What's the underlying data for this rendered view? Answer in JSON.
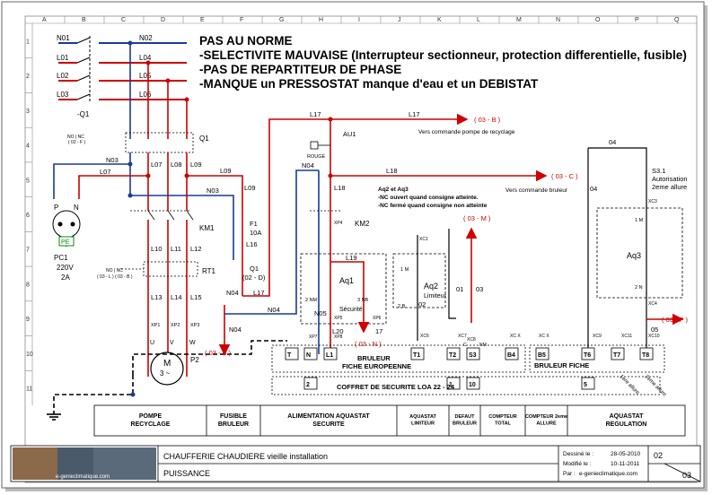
{
  "columns": [
    "A",
    "B",
    "C",
    "D",
    "E",
    "F",
    "G",
    "H",
    "I",
    "J",
    "K",
    "L",
    "M",
    "N",
    "O",
    "P",
    "Q"
  ],
  "rows": [
    "1",
    "2",
    "3",
    "4",
    "5",
    "6",
    "7",
    "8",
    "9",
    "10",
    "11"
  ],
  "notes": [
    "PAS AU NORME",
    "-SELECTIVITE MAUVAISE (Interrupteur sectionneur, protection differentielle, fusible)",
    "-PAS DE REPARTITEUR DE PHASE",
    "-MANQUE un PRESSOSTAT manque d'eau et un DEBISTAT"
  ],
  "lines": {
    "n01": "N01",
    "l01": "L01",
    "l02": "L02",
    "l03": "L03",
    "n02": "N02",
    "l04": "L04",
    "l05": "L05",
    "l06": "L06",
    "n03": "N03",
    "l07": "L07",
    "l08": "L08",
    "l09": "L09",
    "n03b": "N03",
    "l09b": "L09",
    "n04": "N04",
    "n04b": "N04",
    "n04c": "N04",
    "l10": "L10",
    "l11": "L11",
    "l12": "L12",
    "l13": "L13",
    "l14": "L14",
    "l15": "L15",
    "l16": "L16",
    "l17": "L17",
    "l17b": "L17",
    "l17c": "L17",
    "l18": "L18",
    "l18b": "L18",
    "l19": "L19",
    "l20": "L20",
    "n05": "N05",
    "l04b": "04",
    "l04c": "04",
    "l05b": "05"
  },
  "components": {
    "q1a": "-Q1",
    "q1": "Q1",
    "km1": "KM1",
    "km2": "KM2",
    "rt1": "RT1",
    "f1": "F1",
    "f1_rating": "10A",
    "q1b": "Q1",
    "q1b_ref": "(02 - D)",
    "au1": "AU1",
    "rouge": "ROUGE",
    "aq1": "Aq1",
    "aq1_sub": "Sécurité",
    "aq2": "Aq2",
    "aq2_sub": "Limiteur",
    "aq3": "Aq3",
    "s31": "S3.1",
    "s31_desc1": "Autorisation",
    "s31_desc2": "2eme allure",
    "pc1": "PC1",
    "pc1_v": "220V",
    "pc1_a": "2A",
    "pe": "PE",
    "p_lbl": "P",
    "n_lbl": "N",
    "motor": "M",
    "motor_sub": "3 ~",
    "p2": "P2",
    "u": "U",
    "v": "V",
    "w": "W",
    "no_nc_1": "NO | NC",
    "no_nc_1_ref": "( 02 - F )",
    "no_nc_2": "NO | NC",
    "no_nc_2_ref": "( 03 - L ) ( 03 - B )"
  },
  "arrows": {
    "a03b_top": "( 03 - B )",
    "pompe": "Vers commande pompe de recyclage",
    "a03c": "( 03 - C )",
    "bruleur": "Vers commande bruleur",
    "a03m": "( 03 - M )",
    "a03n": "( 03 - N )",
    "a03b_bot": "( 03 - B )",
    "a03p": "( 03 - P )"
  },
  "aq_note": [
    "Aq2 et Aq3",
    "-NC ouvert quand consigne atteinte.",
    "-NC fermé quand consigne non atteinte"
  ],
  "terminals": {
    "t": "T",
    "n": "N",
    "l1": "L1",
    "t1": "T1",
    "t2": "T2",
    "s3": "S3",
    "b4": "B4",
    "b5": "B5",
    "t6": "T6",
    "t7": "T7",
    "t8": "T8",
    "c2": "2",
    "c1": "1",
    "c10": "10",
    "c5": "5"
  },
  "boxes": {
    "bruleur_euro1": "BRULEUR",
    "bruleur_euro2": "FICHE EUROPEENNE",
    "bruleur_fiche": "BRULEUR FICHE",
    "coffret": "COFFRET DE SECURITE LOA 22 - 24",
    "allure1": "1ere allure",
    "allure2": "2eme allure"
  },
  "wire_nums": {
    "w01": "01",
    "w02": "02",
    "w03": "03",
    "w04": "04",
    "w17": "17",
    "xp7": "XP7",
    "xp8": "XP8",
    "xp4": "XP4",
    "xp5": "XP5",
    "xp6": "XP6",
    "xp1": "XP1",
    "xp2": "XP2",
    "xp3": "XP3",
    "xc1": "XC1",
    "xc3": "XC3",
    "xc4": "XC4",
    "xc6": "XC6",
    "xc7": "XC7",
    "xc8": "XC8",
    "xc9": "XC9",
    "xc10": "XC10",
    "xc11": "XC11",
    "xcx1": "XC X",
    "xcx2": "XC X",
    "nm": "NM",
    "c_lbl": "C",
    "onem": "1 M",
    "onem2": "1 M",
    "twon": "2 N",
    "twonm": "2 NM",
    "threenb": "3 NB",
    "twob": "2 B"
  },
  "functions": [
    "POMPE RECYCLAGE",
    "FUSIBLE BRULEUR",
    "ALIMENTATION AQUASTAT SECURITE",
    "AQUASTAT LIMITEUR",
    "DEFAUT BRULEUR",
    "COMPTEUR TOTAL",
    "COMPTEUR 2eme ALLURE",
    "AQUASTAT REGULATION"
  ],
  "title_block": {
    "logo": "e-genieclimatique.com",
    "title": "CHAUFFERIE CHAUDIERE vieille installation",
    "subtitle": "PUISSANCE",
    "dessine_lbl": "Dessiné le :",
    "dessine": "28-05-2010",
    "modifie_lbl": "Modifié le :",
    "modifie": "10-11-2011",
    "par_lbl": "Par :",
    "par": "e-genieclimatique.com",
    "folio": "02",
    "folio_next": "03"
  },
  "colors": {
    "phase": "#cc0000",
    "neutral": "#1a3a9a",
    "ground": "#000000",
    "accent": "#d00000"
  }
}
